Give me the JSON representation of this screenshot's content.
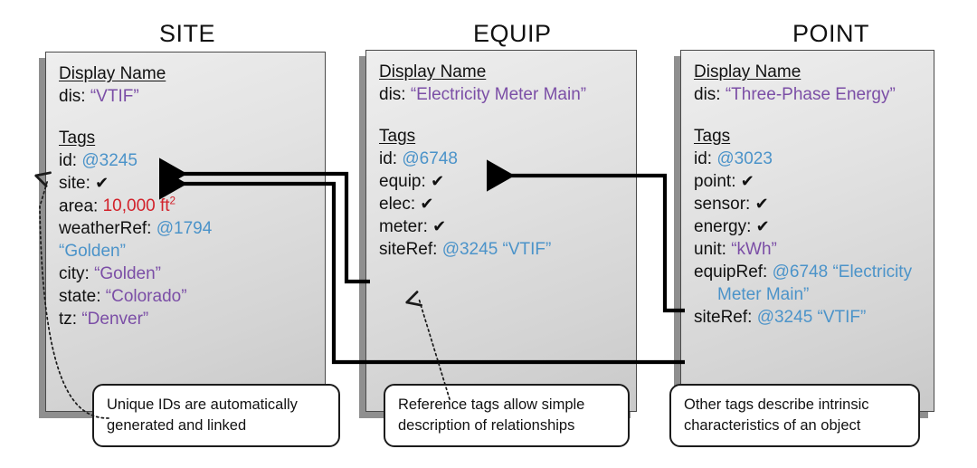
{
  "diagram": {
    "columns": [
      {
        "id": "site",
        "header": "SITE"
      },
      {
        "id": "equip",
        "header": "EQUIP"
      },
      {
        "id": "point",
        "header": "POINT"
      }
    ],
    "section_labels": {
      "display_name": "Display Name",
      "tags": "Tags"
    },
    "colors": {
      "ref": "#4b93c9",
      "string": "#7b4ea6",
      "number": "#d2222b",
      "label": "#111111",
      "card_border": "#4a4a4a",
      "card_shadow": "#8f8f8f",
      "callout_border": "#1b1b1b"
    },
    "check_glyph": "✔"
  },
  "site_card": {
    "display_name": {
      "key": "dis:",
      "value": "“VTIF”"
    },
    "tags": [
      {
        "key": "id:",
        "value": "@3245",
        "type": "ref"
      },
      {
        "key": "site:",
        "value": "✔",
        "type": "marker"
      },
      {
        "key": "area:",
        "value": "10,000 ft",
        "sup": "2",
        "type": "number"
      },
      {
        "key": "weatherRef:",
        "value": "@1794",
        "type": "ref"
      },
      {
        "key": "",
        "value": "“Golden”",
        "type": "ref",
        "continuation": true
      },
      {
        "key": "city:",
        "value": "“Golden”",
        "type": "string"
      },
      {
        "key": "state:",
        "value": "“Colorado”",
        "type": "string"
      },
      {
        "key": "tz:",
        "value": "“Denver”",
        "type": "string"
      }
    ]
  },
  "equip_card": {
    "display_name": {
      "key": "dis:",
      "value": "“Electricity Meter Main”"
    },
    "tags": [
      {
        "key": "id:",
        "value": "@6748",
        "type": "ref"
      },
      {
        "key": "equip:",
        "value": "✔",
        "type": "marker"
      },
      {
        "key": "elec:",
        "value": "✔",
        "type": "marker"
      },
      {
        "key": "meter:",
        "value": "✔",
        "type": "marker"
      },
      {
        "key": "siteRef:",
        "value": "@3245 “VTIF”",
        "type": "ref"
      }
    ]
  },
  "point_card": {
    "display_name": {
      "key": "dis:",
      "value": "“Three-Phase Energy”"
    },
    "tags": [
      {
        "key": "id:",
        "value": "@3023",
        "type": "ref"
      },
      {
        "key": "point:",
        "value": "✔",
        "type": "marker"
      },
      {
        "key": "sensor:",
        "value": "✔",
        "type": "marker"
      },
      {
        "key": "energy:",
        "value": "✔",
        "type": "marker"
      },
      {
        "key": "unit:",
        "value": "“kWh”",
        "type": "string"
      },
      {
        "key": "equipRef:",
        "value": "@6748 “Electricity",
        "type": "ref"
      },
      {
        "key": "",
        "value": "Meter Main”",
        "type": "ref",
        "continuation": true
      },
      {
        "key": "siteRef:",
        "value": "@3245 “VTIF”",
        "type": "ref"
      }
    ]
  },
  "callouts": [
    {
      "id": "ids",
      "line1": "Unique IDs are automatically",
      "line2": "generated and linked"
    },
    {
      "id": "references",
      "line1": "Reference tags allow simple",
      "line2": "description of relationships"
    },
    {
      "id": "other",
      "line1": "Other tags describe intrinsic",
      "line2": "characteristics of an object"
    }
  ]
}
